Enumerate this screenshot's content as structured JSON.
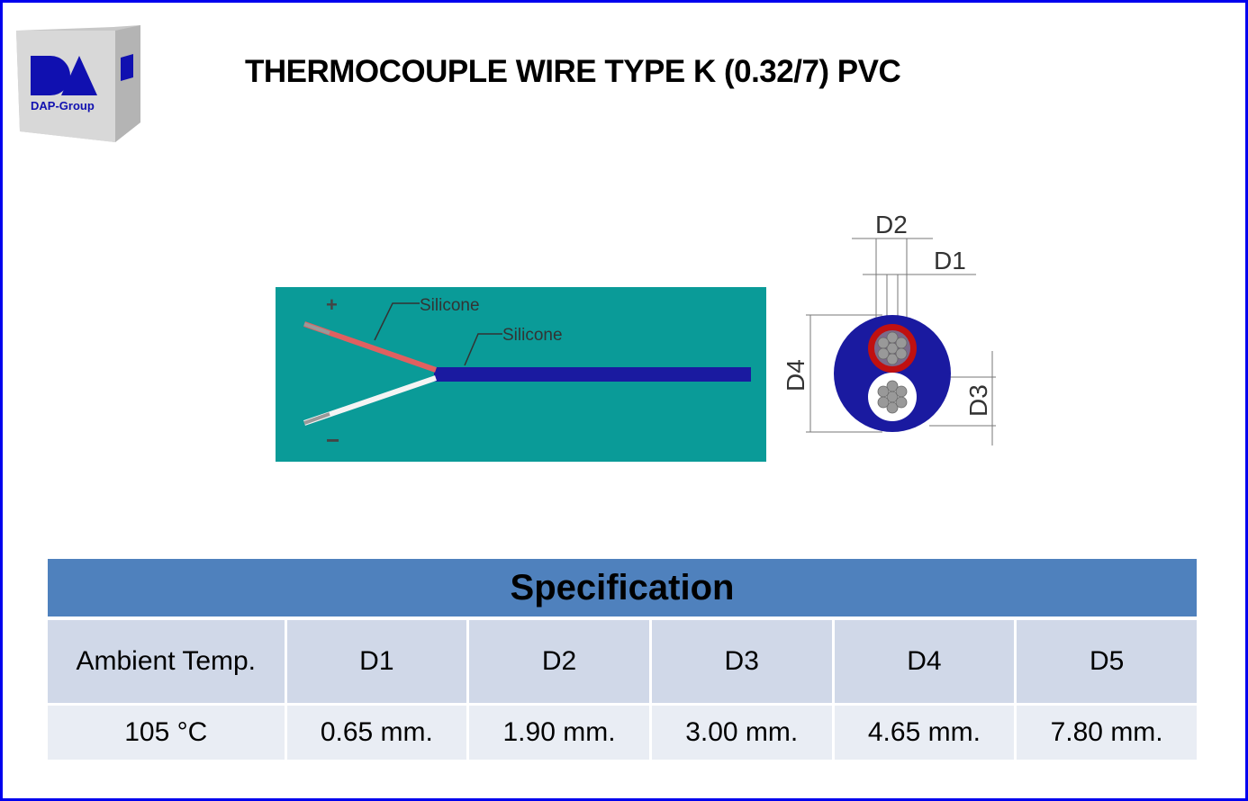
{
  "header": {
    "title": "THERMOCOUPLE WIRE TYPE K (0.32/7) PVC",
    "logo_text": "DAP-Group"
  },
  "diagram": {
    "positive_label": "+",
    "negative_label": "−",
    "callouts": [
      "Silicone",
      "Silicone"
    ],
    "dimensions": [
      "D1",
      "D2",
      "D3",
      "D4"
    ],
    "colors": {
      "background": "#0a9b98",
      "jacket": "#1a1aa0",
      "positive": "#e06060",
      "negative": "#f4f4f4",
      "positive_insulation": "#c01010"
    }
  },
  "spec_table": {
    "title": "Specification",
    "headers": [
      "Ambient Temp.",
      "D1",
      "D2",
      "D3",
      "D4",
      "D5"
    ],
    "values": [
      "105 °C",
      "0.65 mm.",
      "1.90 mm.",
      "3.00 mm.",
      "4.65 mm.",
      "7.80 mm."
    ]
  }
}
